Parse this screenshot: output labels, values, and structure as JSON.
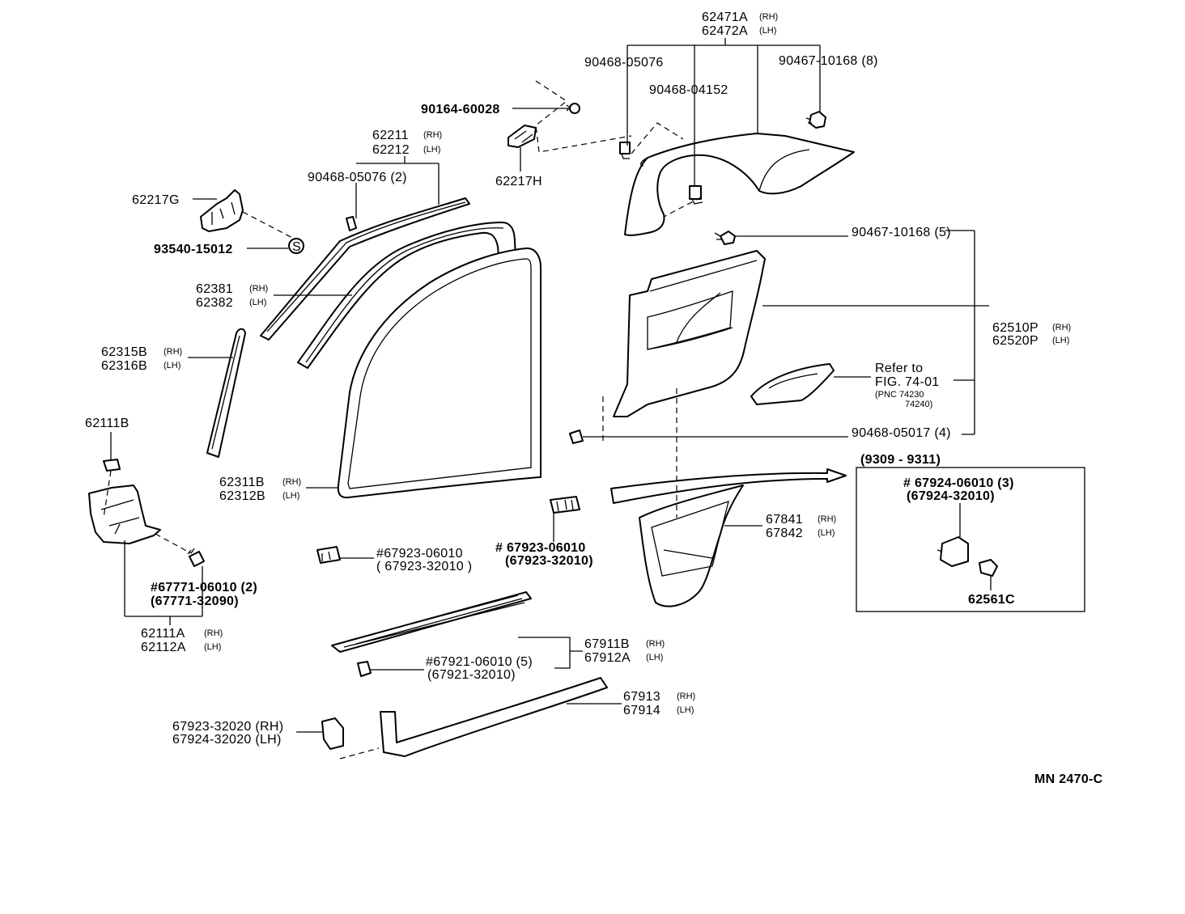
{
  "diagram": {
    "labels": {
      "quarter_trim_upper": {
        "line1": "62471A",
        "line1_sub": "(RH)",
        "line2": "62472A",
        "line2_sub": "(LH)"
      },
      "clip_90468_05076": "90468-05076",
      "clip_90467_10168_8": "90467-10168 (8)",
      "clip_90468_04152": "90468-04152",
      "screw_90164": "90164-60028",
      "bracket_62217H": "62217H",
      "weatherstrip_62211": {
        "line1": "62211",
        "line1_sub": "(RH)",
        "line2": "62212",
        "line2_sub": "(LH)"
      },
      "clip_90468_05076_2": "90468-05076 (2)",
      "bracket_62217G": "62217G",
      "clip_93540": "93540-15012",
      "clip_93540_symbol": "S",
      "weatherstrip_62381": {
        "line1": "62381",
        "line1_sub": "(RH)",
        "line2": "62382",
        "line2_sub": "(LH)"
      },
      "clip_90467_10168_5": "90467-10168 (5)",
      "pillar_62315B": {
        "line1": "62315B",
        "line1_sub": "(RH)",
        "line2": "62316B",
        "line2_sub": "(LH)"
      },
      "quarter_trim_62510P": {
        "line1": "62510P",
        "line1_sub": "(RH)",
        "line2": "62520P",
        "line2_sub": "(LH)"
      },
      "refer": {
        "line1": "Refer to",
        "line2": "FIG. 74-01",
        "line3": "(PNC 74230",
        "line4": "74240)"
      },
      "clip_90468_05017_4": "90468-05017 (4)",
      "cap_62111B": "62111B",
      "weatherstrip_62311B": {
        "line1": "62311B",
        "line1_sub": "(RH)",
        "line2": "62312B",
        "line2_sub": "(LH)"
      },
      "inset_period": "(9309 - 9311)",
      "inset_clip": {
        "line1": "# 67924-06010 (3)",
        "line2": "(67924-32010)"
      },
      "inset_part": "62561C",
      "trim_67841": {
        "line1": "67841",
        "line1_sub": "(RH)",
        "line2": "67842",
        "line2_sub": "(LH)"
      },
      "clip_67923_a": {
        "line1": "#67923-06010",
        "line2": "( 67923-32010 )"
      },
      "clip_67923_b": {
        "line1": "# 67923-06010",
        "line2": "(67923-32010)"
      },
      "clip_67771": {
        "line1": "#67771-06010 (2)",
        "line2": "(67771-32090)"
      },
      "cowl_62111A": {
        "line1": "62111A",
        "line1_sub": "(RH)",
        "line2": "62112A",
        "line2_sub": "(LH)"
      },
      "scuff_67911B": {
        "line1": "67911B",
        "line1_sub": "(RH)",
        "line2": "67912A",
        "line2_sub": "(LH)"
      },
      "clip_67921": {
        "line1": "#67921-06010 (5)",
        "line2": "(67921-32010)"
      },
      "scuff_67913": {
        "line1": "67913",
        "line1_sub": "(RH)",
        "line2": "67914",
        "line2_sub": "(LH)"
      },
      "clip_67923_32020": {
        "line1": "67923-32020 (RH)",
        "line2": "67924-32020 (LH)"
      },
      "diagram_code": "MN 2470-C"
    }
  }
}
